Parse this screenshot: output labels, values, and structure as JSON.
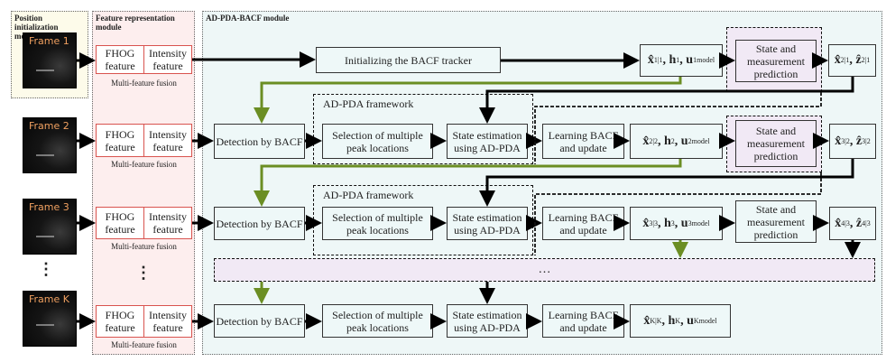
{
  "modules": {
    "position": "Position initialization module",
    "feature": "Feature representation module",
    "adpda": "AD-PDA-BACF module"
  },
  "frames": [
    "Frame 1",
    "Frame 2",
    "Frame 3",
    "Frame K"
  ],
  "vertical_ellipsis": "⋮",
  "feature_box": {
    "fhog": "FHOG feature",
    "intensity": "Intensity feature",
    "fusion": "Multi-feature fusion"
  },
  "labels": {
    "init": "Initializing the BACF tracker",
    "detection": "Detection by BACF",
    "selection": "Selection of multiple peak locations",
    "estimation": "State estimation using AD-PDA",
    "learning": "Learning BACF and update",
    "prediction": "State and measurement prediction",
    "framework": "AD-PDA framework",
    "ellipsis": "…"
  },
  "math": {
    "r1": {
      "x": "x̂",
      "xs": "1|1",
      "h": "h",
      "hs": "1",
      "u": "u",
      "us": "1",
      "usup": "model"
    },
    "r1p": {
      "x": "x̂",
      "xs": "2|1",
      "z": "ẑ",
      "zs": "2|1"
    },
    "r2": {
      "x": "x̂",
      "xs": "2|2",
      "h": "h",
      "hs": "2",
      "u": "u",
      "us": "2",
      "usup": "model"
    },
    "r2p": {
      "x": "x̂",
      "xs": "3|2",
      "z": "ẑ",
      "zs": "3|2"
    },
    "r3": {
      "x": "x̂",
      "xs": "3|3",
      "h": "h",
      "hs": "3",
      "u": "u",
      "us": "3",
      "usup": "model"
    },
    "r3p": {
      "x": "x̂",
      "xs": "4|3",
      "z": "ẑ",
      "zs": "4|3"
    },
    "rk": {
      "x": "x̂",
      "xs": "K|K",
      "h": "h",
      "hs": "K",
      "u": "u",
      "us": "K",
      "usup": "model"
    }
  },
  "colors": {
    "feedback_arrow": "#6b8e23",
    "main_arrow": "#000000",
    "feature_border": "#d9534f"
  }
}
